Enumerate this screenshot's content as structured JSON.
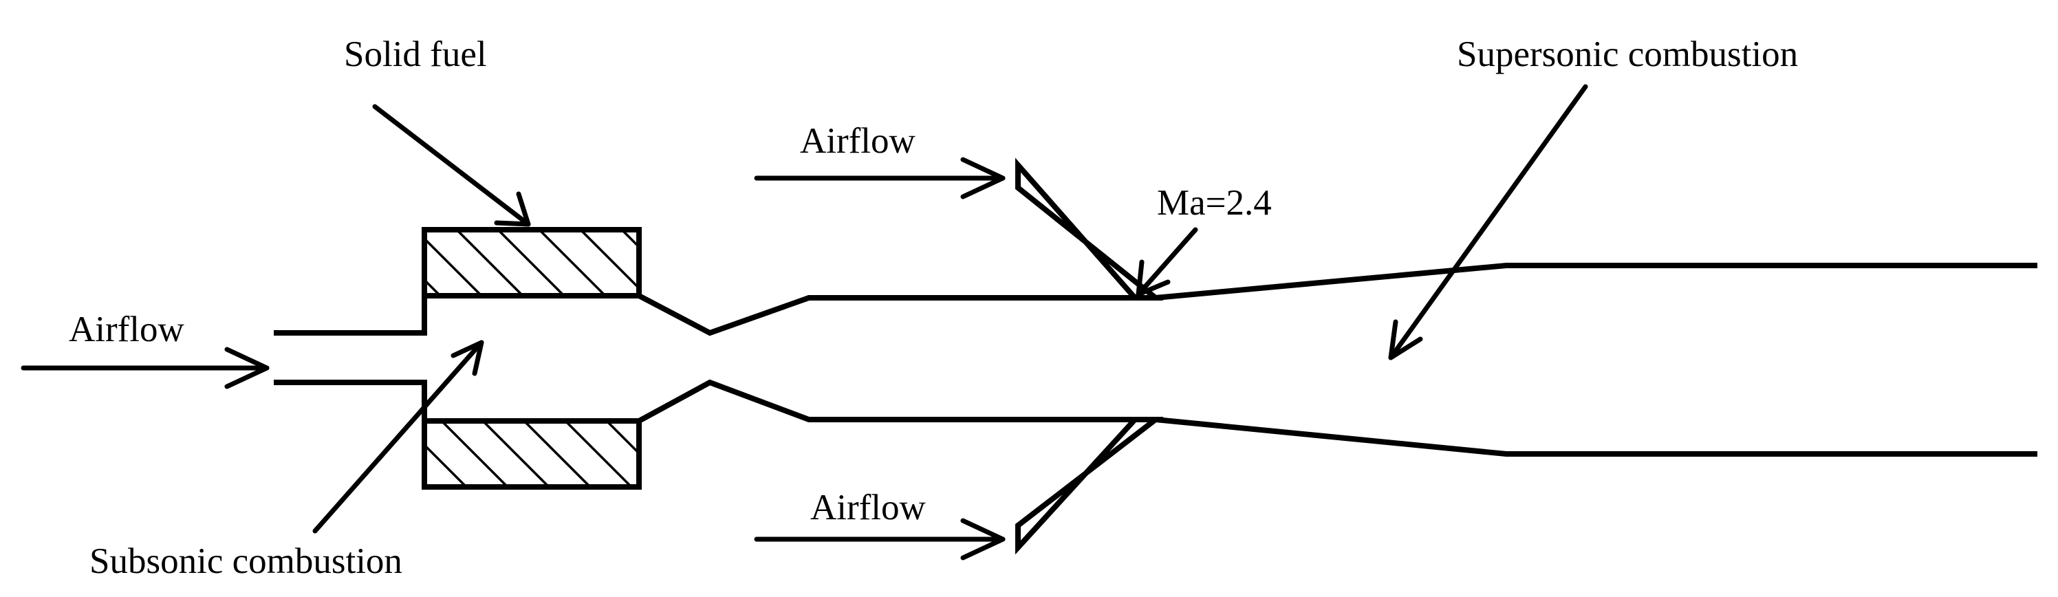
{
  "labels": {
    "solid_fuel": "Solid fuel",
    "supersonic_combustion": "Supersonic combustion",
    "subsonic_combustion": "Subsonic combustion",
    "airflow_inlet": "Airflow",
    "airflow_upper": "Airflow",
    "airflow_lower": "Airflow",
    "mach": "Ma=2.4"
  }
}
